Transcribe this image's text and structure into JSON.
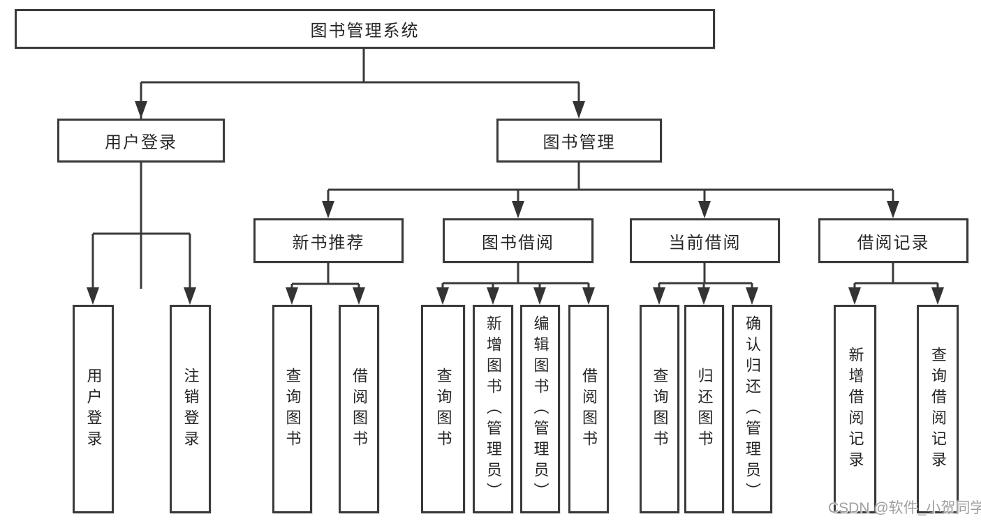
{
  "diagram": {
    "root_label": "图书管理系统",
    "branches": [
      {
        "label": "用户登录",
        "children": [
          {
            "label": "用户登录"
          },
          {
            "label": "注销登录"
          }
        ]
      },
      {
        "label": "图书管理",
        "children": [
          {
            "label": "新书推荐",
            "children": [
              {
                "label": "查询图书"
              },
              {
                "label": "借阅图书"
              }
            ]
          },
          {
            "label": "图书借阅",
            "children": [
              {
                "label": "查询图书"
              },
              {
                "label": "新增图书（管理员）"
              },
              {
                "label": "编辑图书（管理员）"
              },
              {
                "label": "借阅图书"
              }
            ]
          },
          {
            "label": "当前借阅",
            "children": [
              {
                "label": "查询图书"
              },
              {
                "label": "归还图书"
              },
              {
                "label": "确认归还（管理员）"
              }
            ]
          },
          {
            "label": "借阅记录",
            "children": [
              {
                "label": "新增借阅记录"
              },
              {
                "label": "查询借阅记录"
              }
            ]
          }
        ]
      }
    ]
  },
  "watermark": "CSDN @软件_小贺同学",
  "colors": {
    "line": "#3a3a3a",
    "text": "#262626",
    "background": "#ffffff",
    "watermark": "#9f9f9f"
  }
}
